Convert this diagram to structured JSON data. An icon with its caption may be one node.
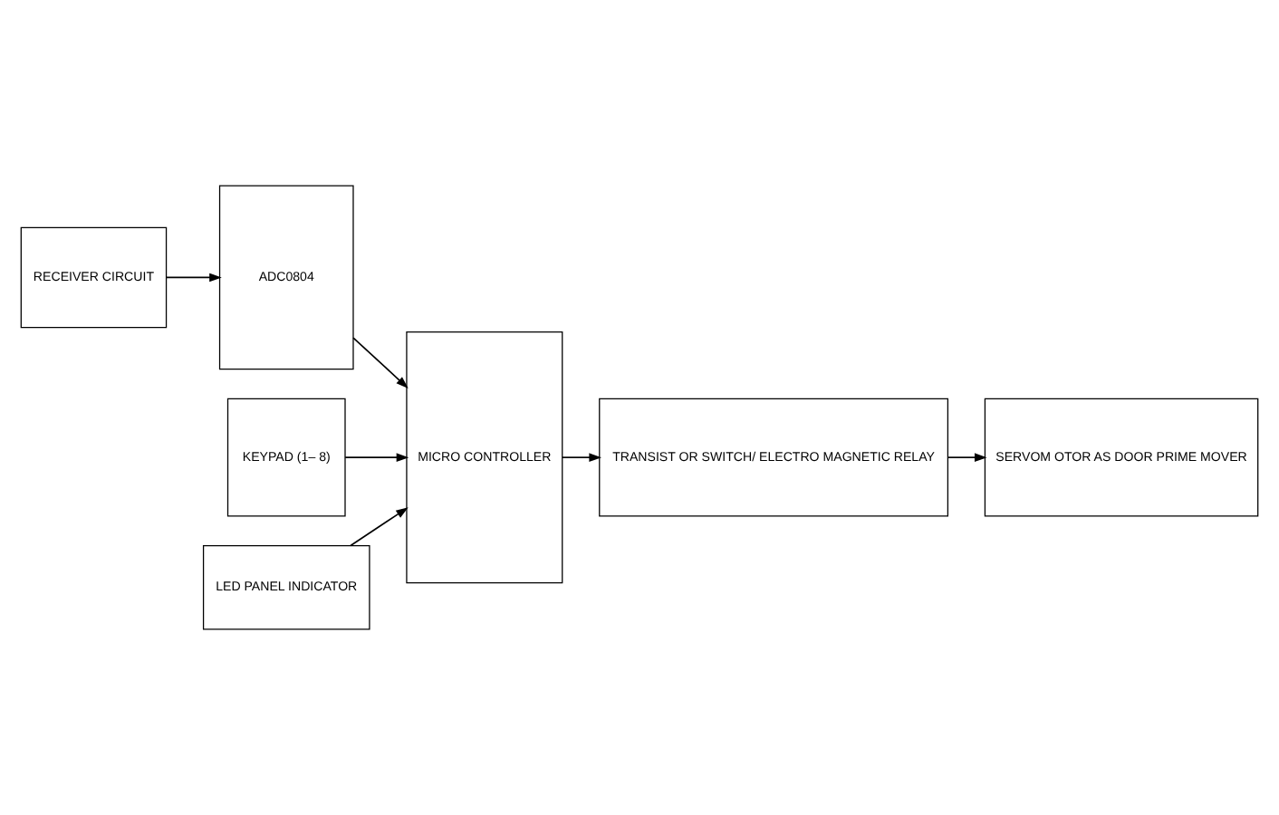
{
  "diagram": {
    "nodes": [
      {
        "text": [
          "RECEIVER CIRCUIT"
        ]
      },
      {
        "text": [
          "ADC0804"
        ]
      },
      {
        "text": [
          "MICRO CONTROLLER"
        ]
      },
      {
        "text": [
          "KEYPAD (1– 8)"
        ]
      },
      {
        "text": [
          "TRANSIST OR SWITCH/ ELECTRO MAGNETIC RELAY"
        ]
      },
      {
        "text": [
          "SERVOM OTOR AS DOOR PRIME MOVER"
        ]
      },
      {
        "text": [
          "LED PANEL INDICATOR"
        ]
      }
    ],
    "edges": [
      {
        "from": 0,
        "to": 1,
        "arrow": "to"
      },
      {
        "from": 1,
        "to": 2,
        "arrow": "to"
      },
      {
        "from": 3,
        "to": 2,
        "arrow": "to"
      },
      {
        "from": 2,
        "to": 4,
        "arrow": "to"
      },
      {
        "from": 4,
        "to": 5,
        "arrow": "to"
      },
      {
        "from": 6,
        "to": 2,
        "arrow": "to"
      }
    ]
  }
}
